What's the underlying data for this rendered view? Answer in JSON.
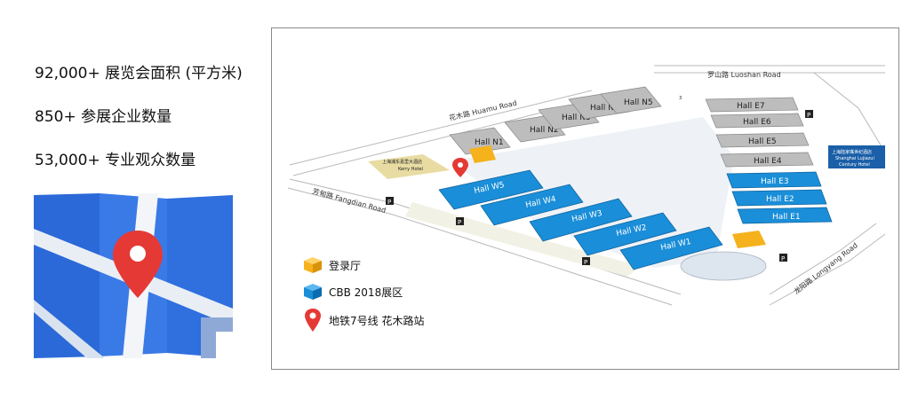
{
  "stats": [
    "92,000+ 展览会面积 (平方米)",
    "850+ 参展企业数量",
    "53,000+ 专业观众数量"
  ],
  "map": {
    "roads": {
      "luoshan": "罗山路  Luoshan Road",
      "huamu": "花木路  Huamu Road",
      "fangdian": "芳甸路  Fangdian Road",
      "longyang": "龙阳路  Longyang Road"
    },
    "halls_north": [
      "Hall N1",
      "Hall N2",
      "Hall N3",
      "Hall N4",
      "Hall N5"
    ],
    "halls_west": [
      "Hall W5",
      "Hall W4",
      "Hall W3",
      "Hall W2",
      "Hall W1"
    ],
    "halls_east_gray": [
      "Hall E7",
      "Hall E6",
      "Hall E5",
      "Hall E4"
    ],
    "halls_east_blue": [
      "Hall E3",
      "Hall E2",
      "Hall E1"
    ],
    "kerry_hotel": {
      "cn": "上海浦东嘉里大酒店",
      "en": "Kerry Hotel"
    },
    "century_hotel": {
      "cn": "上海陆家嘴世纪酒店",
      "en": "Shanghai Lujiazui",
      "en2": "Century Hotel"
    },
    "entrance_small": "3",
    "parking": "P",
    "legend": {
      "registration": "登录厅",
      "cbb_area": "CBB  2018展区",
      "metro": "地铁7号线  花木路站"
    }
  },
  "colors": {
    "hall_blue": "#1a8ed8",
    "hall_gray": "#bdbdbd",
    "registration": "#f5b21c",
    "metro_red": "#e53935",
    "map_icon_blue": "#2f6fde"
  }
}
